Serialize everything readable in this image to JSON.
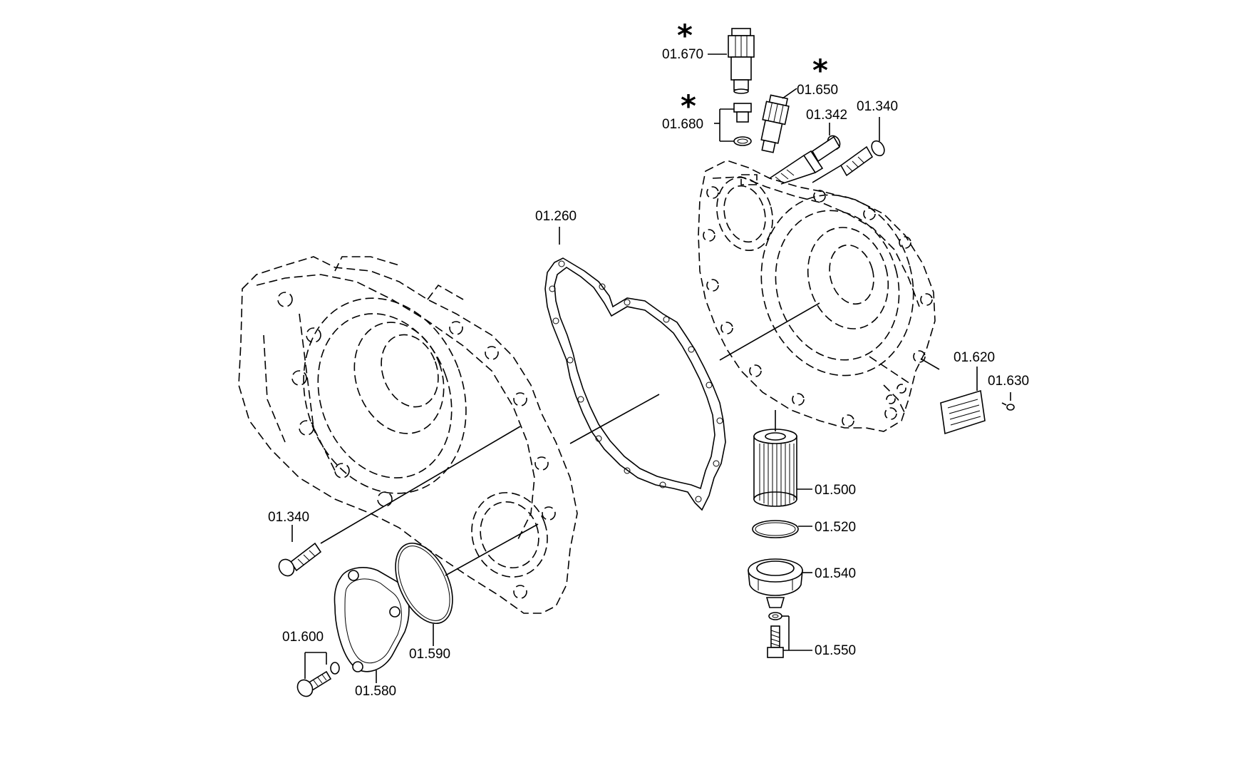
{
  "labels": {
    "l01670": "01.670",
    "l01650": "01.650",
    "l01680": "01.680",
    "l01342": "01.342",
    "l01340_top": "01.340",
    "l01260": "01.260",
    "l01620": "01.620",
    "l01630": "01.630",
    "l01500": "01.500",
    "l01520": "01.520",
    "l01540": "01.540",
    "l01550": "01.550",
    "l01340_left": "01.340",
    "l01600": "01.600",
    "l01580": "01.580",
    "l01590": "01.590"
  },
  "markers": {
    "star": "*"
  }
}
